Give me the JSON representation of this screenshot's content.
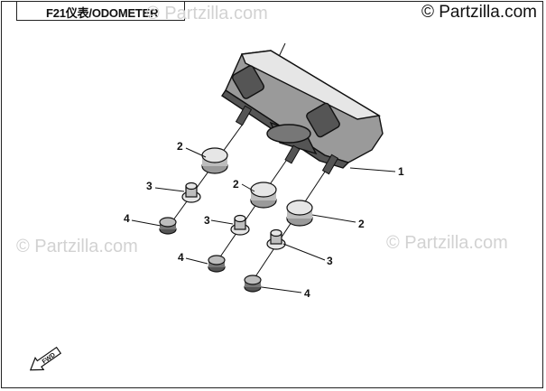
{
  "title": "F21仪表/ODOMETER",
  "copyright": "© Partzilla.com",
  "watermarks": [
    "© Partzilla.com",
    "© Partzilla.com",
    "© Partzilla.com"
  ],
  "callouts": [
    "1",
    "2",
    "2",
    "2",
    "3",
    "3",
    "3",
    "4",
    "4",
    "4"
  ],
  "fwd_label": "FWD",
  "colors": {
    "line": "#111111",
    "fill_dark": "#555555",
    "fill_mid": "#9a9a9a",
    "fill_light": "#e6e6e6",
    "watermark": "#d2d2d2"
  }
}
